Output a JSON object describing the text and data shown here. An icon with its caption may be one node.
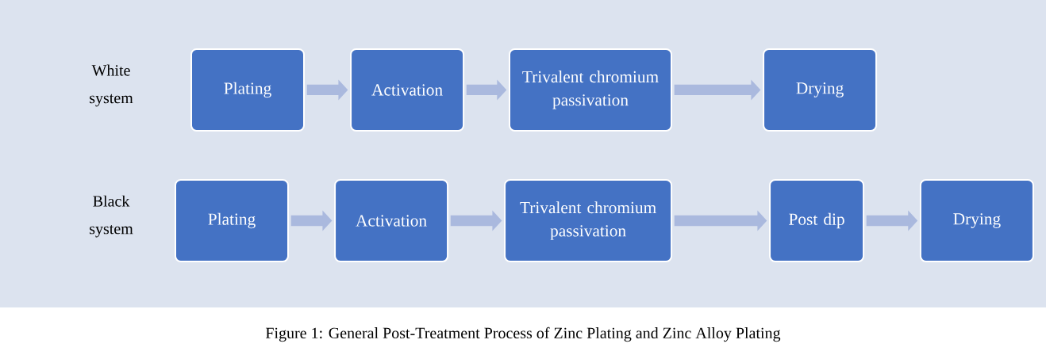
{
  "diagram": {
    "caption": "Figure 1: General Post-Treatment Process of Zinc Plating and Zinc Alloy Plating",
    "nodes": [
      {
        "text": [
          "Plating"
        ]
      },
      {
        "text": [
          "Activation"
        ]
      },
      {
        "text": [
          "Trivalent chromium passivation"
        ]
      },
      {
        "text": [
          "Drying"
        ]
      },
      {
        "text": [
          "Plating"
        ]
      },
      {
        "text": [
          "Activation"
        ]
      },
      {
        "text": [
          "Trivalent chromium passivation"
        ]
      },
      {
        "text": [
          "Post dip"
        ]
      },
      {
        "text": [
          "Drying"
        ]
      }
    ],
    "edges": [
      {
        "from": 0,
        "to": 1,
        "arrow": "to"
      },
      {
        "from": 1,
        "to": 2,
        "arrow": "to"
      },
      {
        "from": 2,
        "to": 3,
        "arrow": "to"
      },
      {
        "from": 4,
        "to": 5,
        "arrow": "to"
      },
      {
        "from": 5,
        "to": 6,
        "arrow": "to"
      },
      {
        "from": 6,
        "to": 7,
        "arrow": "to"
      },
      {
        "from": 7,
        "to": 8,
        "arrow": "to"
      }
    ],
    "labels": [
      "White system",
      "Black system"
    ]
  }
}
